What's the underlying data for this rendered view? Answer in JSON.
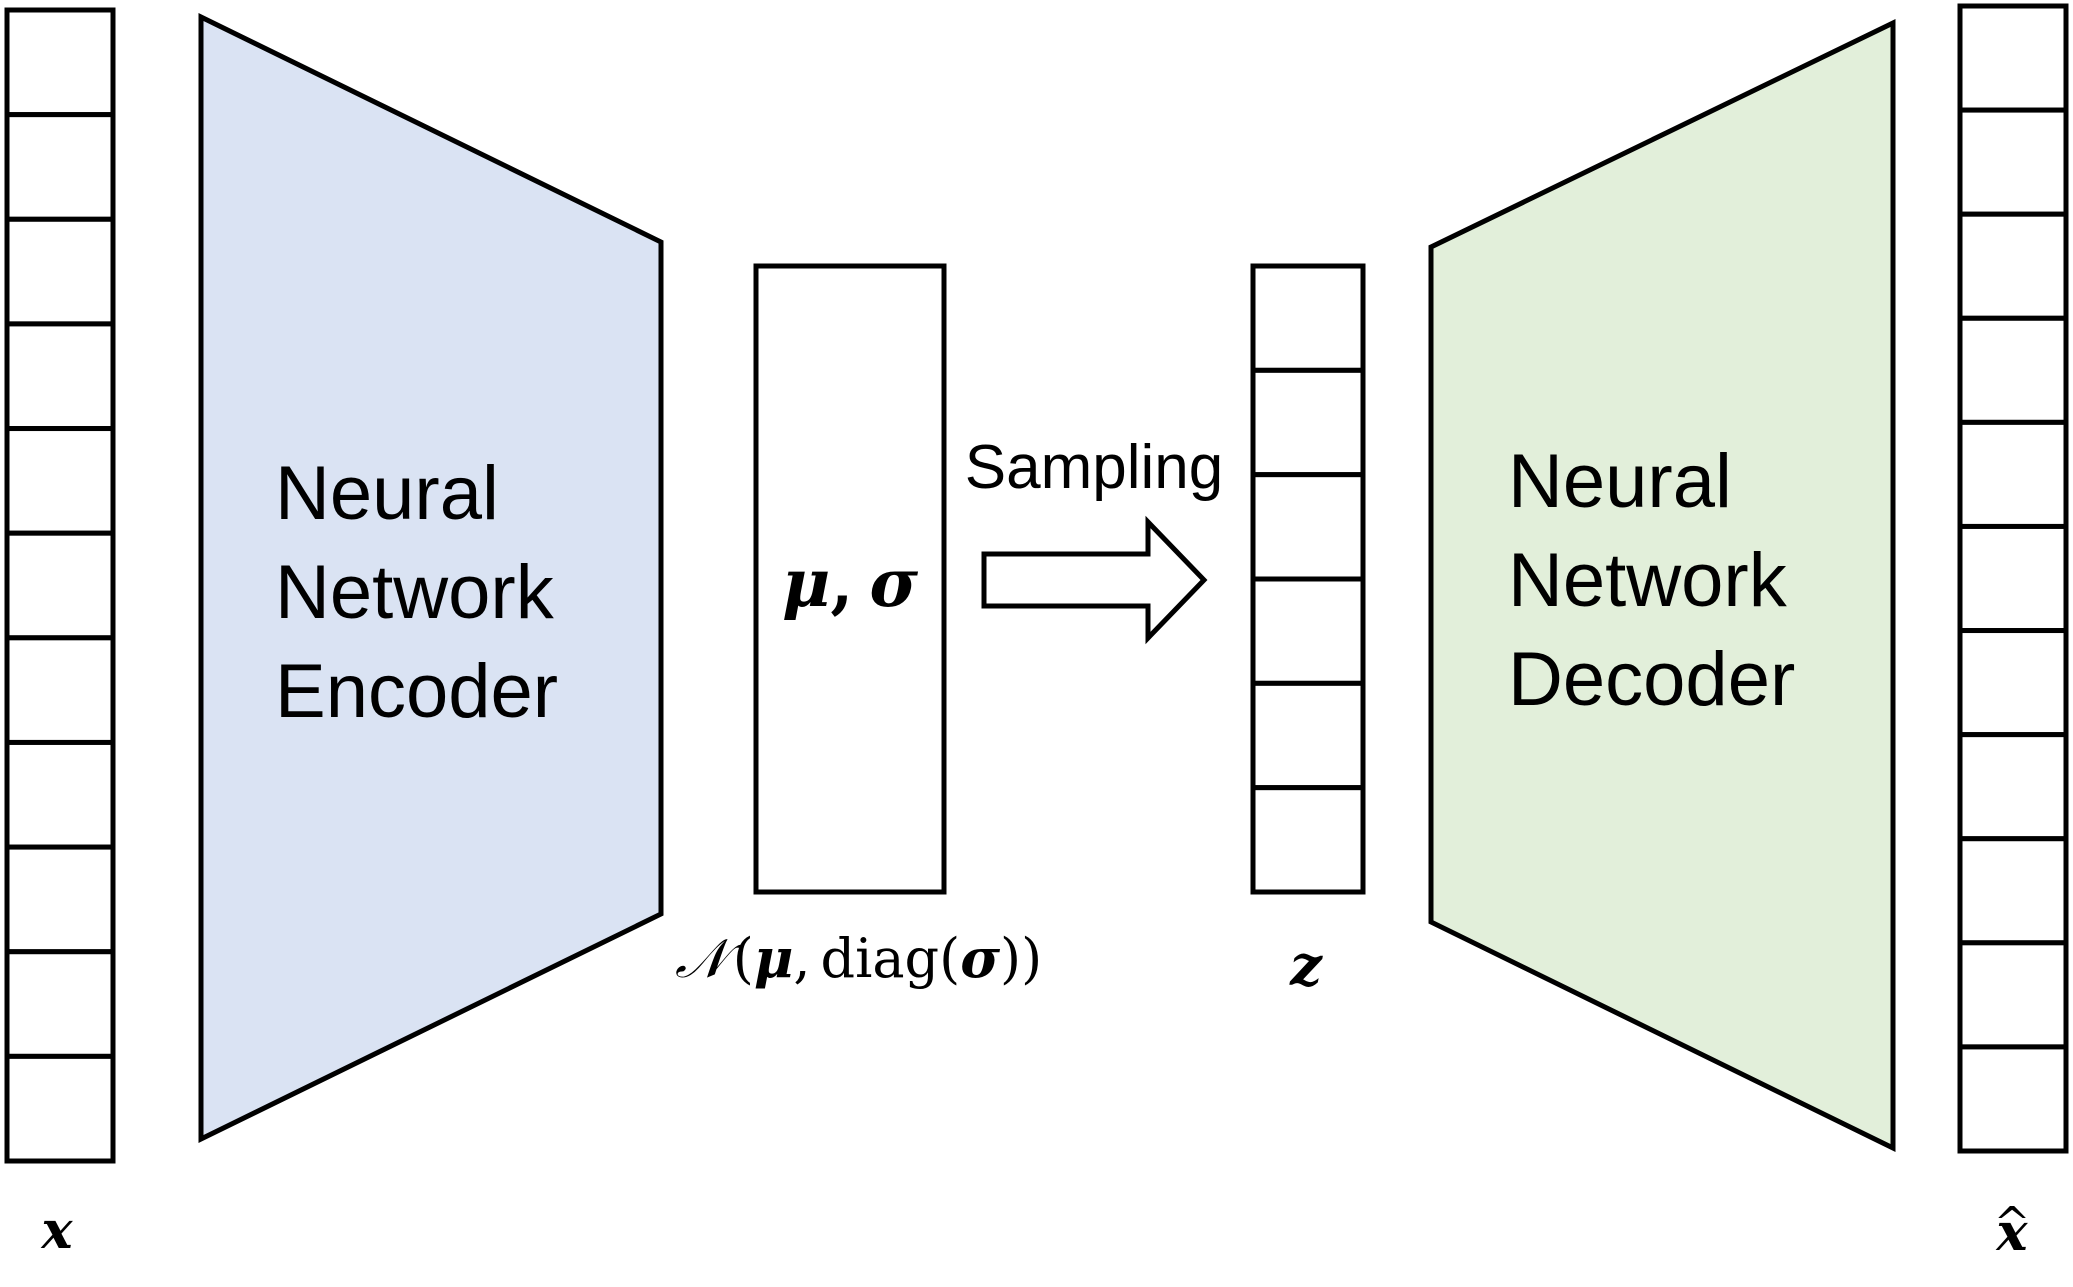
{
  "input_vector": {
    "label": "x",
    "cell_count": 11
  },
  "encoder": {
    "lines": [
      "Neural",
      "Network",
      "Encoder"
    ],
    "fill_color": "#dae3f3"
  },
  "latent_params": {
    "mu": "μ",
    "comma": ",",
    "sigma": "σ",
    "distribution_script": "𝒩",
    "distribution_open": "(",
    "distribution_mu": "μ",
    "distribution_comma": ",",
    "distribution_diag": "diag(",
    "distribution_sigma": "σ",
    "distribution_close": "))"
  },
  "sampling": {
    "label": "Sampling"
  },
  "latent_vector": {
    "label": "z",
    "cell_count": 6
  },
  "decoder": {
    "lines": [
      "Neural",
      "Network",
      "Decoder"
    ],
    "fill_color": "#e2efda"
  },
  "output_vector": {
    "label": "x",
    "hat": "^",
    "cell_count": 11
  }
}
